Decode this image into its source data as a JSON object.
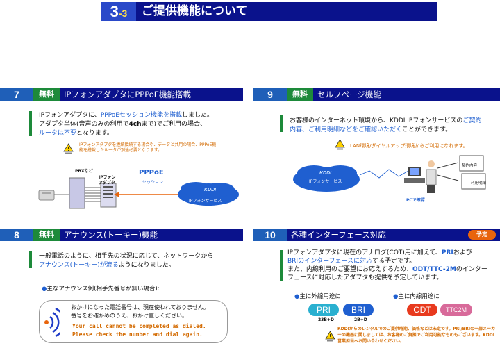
{
  "title": {
    "number": "3",
    "sub": "-3",
    "text": "ご提供機能について"
  },
  "free_label": "無料",
  "sections": {
    "s7": {
      "number": "7",
      "title": "IPフォンアダプタにPPPoE機能搭載",
      "p1_a": "IPフォンアダプタに、",
      "p1_b": "PPPoEセッション機能を搭載",
      "p1_c": "しました。",
      "p2_a": "アダプタ単体(音声のみの利用で",
      "p2_b": "4ch",
      "p2_c": "まで)でご利用の場合、",
      "p3_a": "ルータは不要",
      "p3_b": "となります。",
      "note": "IPフォンアダプタを連続接続する場合や、データと共用の場合、PPPoE機能を搭載したルータが別途必要となります。",
      "pbx_label": "PBXなど",
      "adapter_label": "IPフォンアダプタ",
      "pppoe_label": "PPPoE",
      "session_label": "セッション",
      "cloud_label": "IPフォンサービス"
    },
    "s9": {
      "number": "9",
      "title": "セルフページ機能",
      "p1_a": "お客様のインターネット環境から、KDDI IPフォンサービスの",
      "p1_b": "ご契約",
      "p2_a": "内容、ご利用明細などをご確認いただく",
      "p2_b": "ことができます。",
      "note": "LAN環境/ダイヤルアップ環境からご利用になれます。",
      "doc1": "契約内容",
      "doc2": "利用明細",
      "pc_label": "PCで確認",
      "cloud_label": "IPフォンサービス"
    },
    "s8": {
      "number": "8",
      "title": "アナウンス(トーキー)機能",
      "p1": "一般電話のように、相手先の状況に応じて、ネットワークから",
      "p2_a": "アナウンス(トーキー)が流る",
      "p2_b": "ようになりました。",
      "bullet": "主なアナウンス例(相手先番号が無い場合):",
      "speech_ja1": "おかけになった電話番号は、現在使われておりません。",
      "speech_ja2": "番号をお確かめのうえ、おかけ直しください。",
      "speech_en1": "Your call cannot be completed as dialed.",
      "speech_en2": "Please check the number and dial again."
    },
    "s10": {
      "number": "10",
      "title": "各種インターフェース対応",
      "badge": "予定",
      "p1_a": "IPフォンアダプタに現在のアナログ(COT)用に加えて、",
      "p1_b": "PRI",
      "p1_c": "および",
      "p2_a": "BRIのインターフェースに対応",
      "p2_b": "する予定です。",
      "p3_a": "また、内線利用のご要望にお応えするため、",
      "p3_b": "ODT/TTC-2M",
      "p3_c": "のインター",
      "p4": "フェースに対応したアダプタも提供を予定しています。",
      "bullet_ext": "主に外線用途に",
      "bullet_int": "主に内線用途に",
      "pri": "PRI",
      "pri_sub": "23B+D",
      "bri": "BRI",
      "bri_sub": "2B+D",
      "odt": "ODT",
      "ttc": "TTC2M",
      "note": "KDDIからのレンタルでのご提供時期、価格などは未定です。PRI/BRIの一部メーカーの機器に関しましては、お客様のご負担でご利用可能なものもございます。KDDI営業担当へお問い合わせください。"
    }
  },
  "colors": {
    "navy": "#0a128c",
    "blue": "#1f5fb8",
    "green": "#1d8a3a",
    "orange": "#d36a00",
    "pri": "#2ab0d0",
    "bri": "#1f5fd0",
    "odt": "#e83a1e",
    "ttc": "#d86a9a"
  }
}
